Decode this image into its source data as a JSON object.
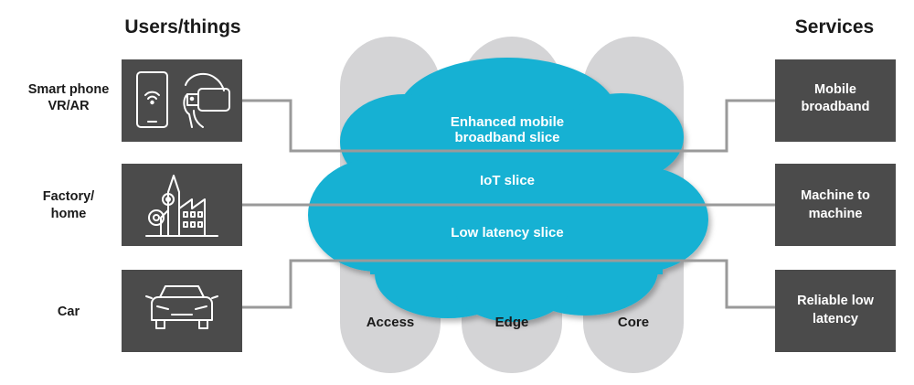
{
  "headings": {
    "left": "Users/things",
    "right": "Services"
  },
  "devices": [
    {
      "label_lines": [
        "Smart phone",
        "VR/AR"
      ],
      "icon": "smartphone-vr-headset-icon"
    },
    {
      "label_lines": [
        "Factory/",
        "home"
      ],
      "icon": "factory-icon"
    },
    {
      "label_lines": [
        "Car"
      ],
      "icon": "car-icon"
    }
  ],
  "services": [
    {
      "label_lines": [
        "Mobile",
        "broadband"
      ]
    },
    {
      "label_lines": [
        "Machine to",
        "machine"
      ]
    },
    {
      "label_lines": [
        "Reliable low",
        "latency"
      ]
    }
  ],
  "slices": [
    {
      "label_lines": [
        "Enhanced mobile",
        "broadband slice"
      ]
    },
    {
      "label_lines": [
        "IoT slice"
      ]
    },
    {
      "label_lines": [
        "Low latency slice"
      ]
    }
  ],
  "columns": [
    "Access",
    "Edge",
    "Core"
  ],
  "colors": {
    "cloud": "#14b1d3",
    "box": "#4b4b4b",
    "pillar": "#d4d4d6",
    "connector": "#9a9a9a"
  }
}
